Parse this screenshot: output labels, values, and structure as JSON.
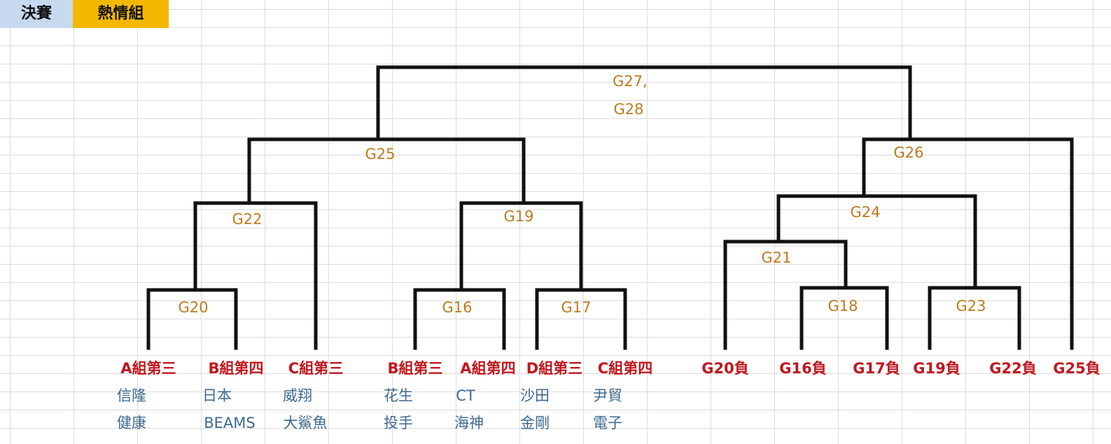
{
  "tabs": {
    "final": "決賽",
    "group": "熱情組"
  },
  "games": {
    "g27": "G27,",
    "g28": "G28",
    "g25": "G25",
    "g26": "G26",
    "g22": "G22",
    "g19": "G19",
    "g24": "G24",
    "g20": "G20",
    "g16": "G16",
    "g17": "G17",
    "g21": "G21",
    "g18": "G18",
    "g23": "G23"
  },
  "slots": [
    {
      "label": "A組第三",
      "name1": "信隆",
      "name2": "健康"
    },
    {
      "label": "B組第四",
      "name1": "日本",
      "name2": "BEAMS"
    },
    {
      "label": "C組第三",
      "name1": "威翔",
      "name2": "大鯊魚"
    },
    {
      "label": "B組第三",
      "name1": "花生",
      "name2": "投手"
    },
    {
      "label": "A組第四",
      "name1": "CT",
      "name2": "海神"
    },
    {
      "label": "D組第三",
      "name1": "沙田",
      "name2": "金剛"
    },
    {
      "label": "C組第四",
      "name1": "尹貿",
      "name2": "電子"
    },
    {
      "label": "G20負"
    },
    {
      "label": "G16負"
    },
    {
      "label": "G17負"
    },
    {
      "label": "G19負"
    },
    {
      "label": "G22負"
    },
    {
      "label": "G25負"
    }
  ]
}
